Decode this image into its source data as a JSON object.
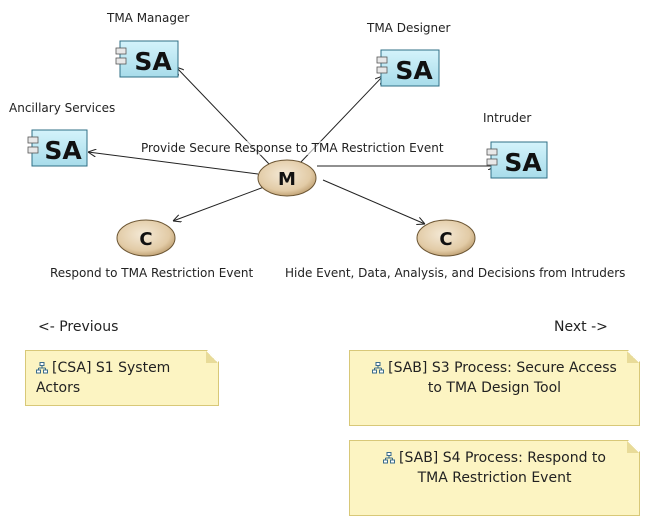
{
  "actors": [
    {
      "id": "tma-manager",
      "name": "TMA Manager",
      "stereotype": "SA"
    },
    {
      "id": "tma-designer",
      "name": "TMA Designer",
      "stereotype": "SA"
    },
    {
      "id": "ancillary-services",
      "name": "Ancillary Services",
      "stereotype": "SA"
    },
    {
      "id": "intruder",
      "name": "Intruder",
      "stereotype": "SA"
    }
  ],
  "mission": {
    "glyph": "M",
    "label": "Provide Secure Response to TMA Restriction Event"
  },
  "capabilities": [
    {
      "glyph": "C",
      "label": "Respond to TMA Restriction Event"
    },
    {
      "glyph": "C",
      "label": "Hide Event,  Data, Analysis, and Decisions from Intruders"
    }
  ],
  "navigation": {
    "previous_label": "<- Previous",
    "next_label": "Next ->"
  },
  "notes": [
    {
      "text": "[CSA] S1 System Actors"
    },
    {
      "text": "[SAB] S3 Process: Secure Access to TMA Design Tool"
    },
    {
      "text": "[SAB] S4 Process: Respond to TMA Restriction Event"
    }
  ],
  "colors": {
    "actor_fill": "#bfeaf5",
    "actor_border": "#2f6f86",
    "node_fill": "#e6d2b0",
    "note_fill": "#fcf4c2",
    "note_border": "#d8c878"
  }
}
